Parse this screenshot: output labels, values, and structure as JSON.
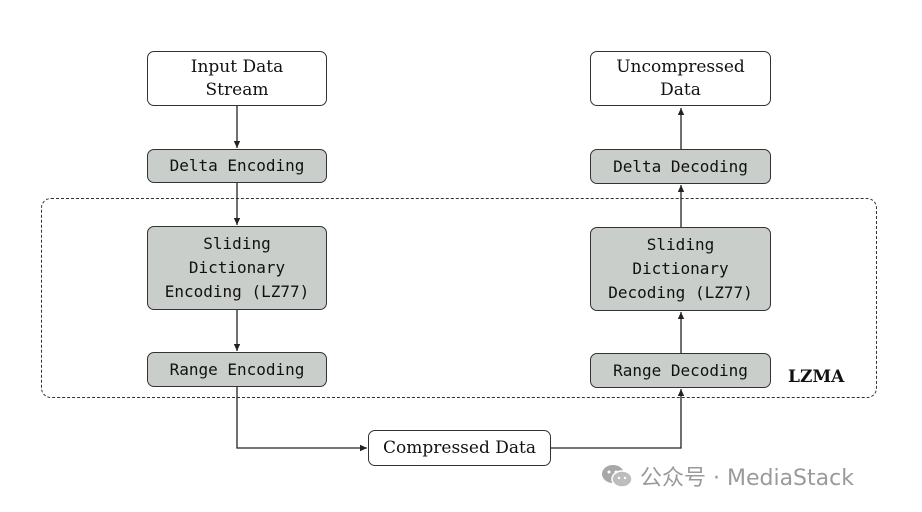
{
  "nodes": {
    "input": "Input Data\nStream",
    "delta_encoding": "Delta Encoding",
    "sliding_encoding": "Sliding\nDictionary\nEncoding (LZ77)",
    "range_encoding": "Range Encoding",
    "compressed": "Compressed Data",
    "range_decoding": "Range Decoding",
    "sliding_decoding": "Sliding\nDictionary\nDecoding (LZ77)",
    "delta_decoding": "Delta Decoding",
    "uncompressed": "Uncompressed\nData"
  },
  "region_label": "LZMA",
  "watermark": "公众号 · MediaStack",
  "colors": {
    "process_fill": "#c9ceca",
    "stroke": "#333333"
  }
}
